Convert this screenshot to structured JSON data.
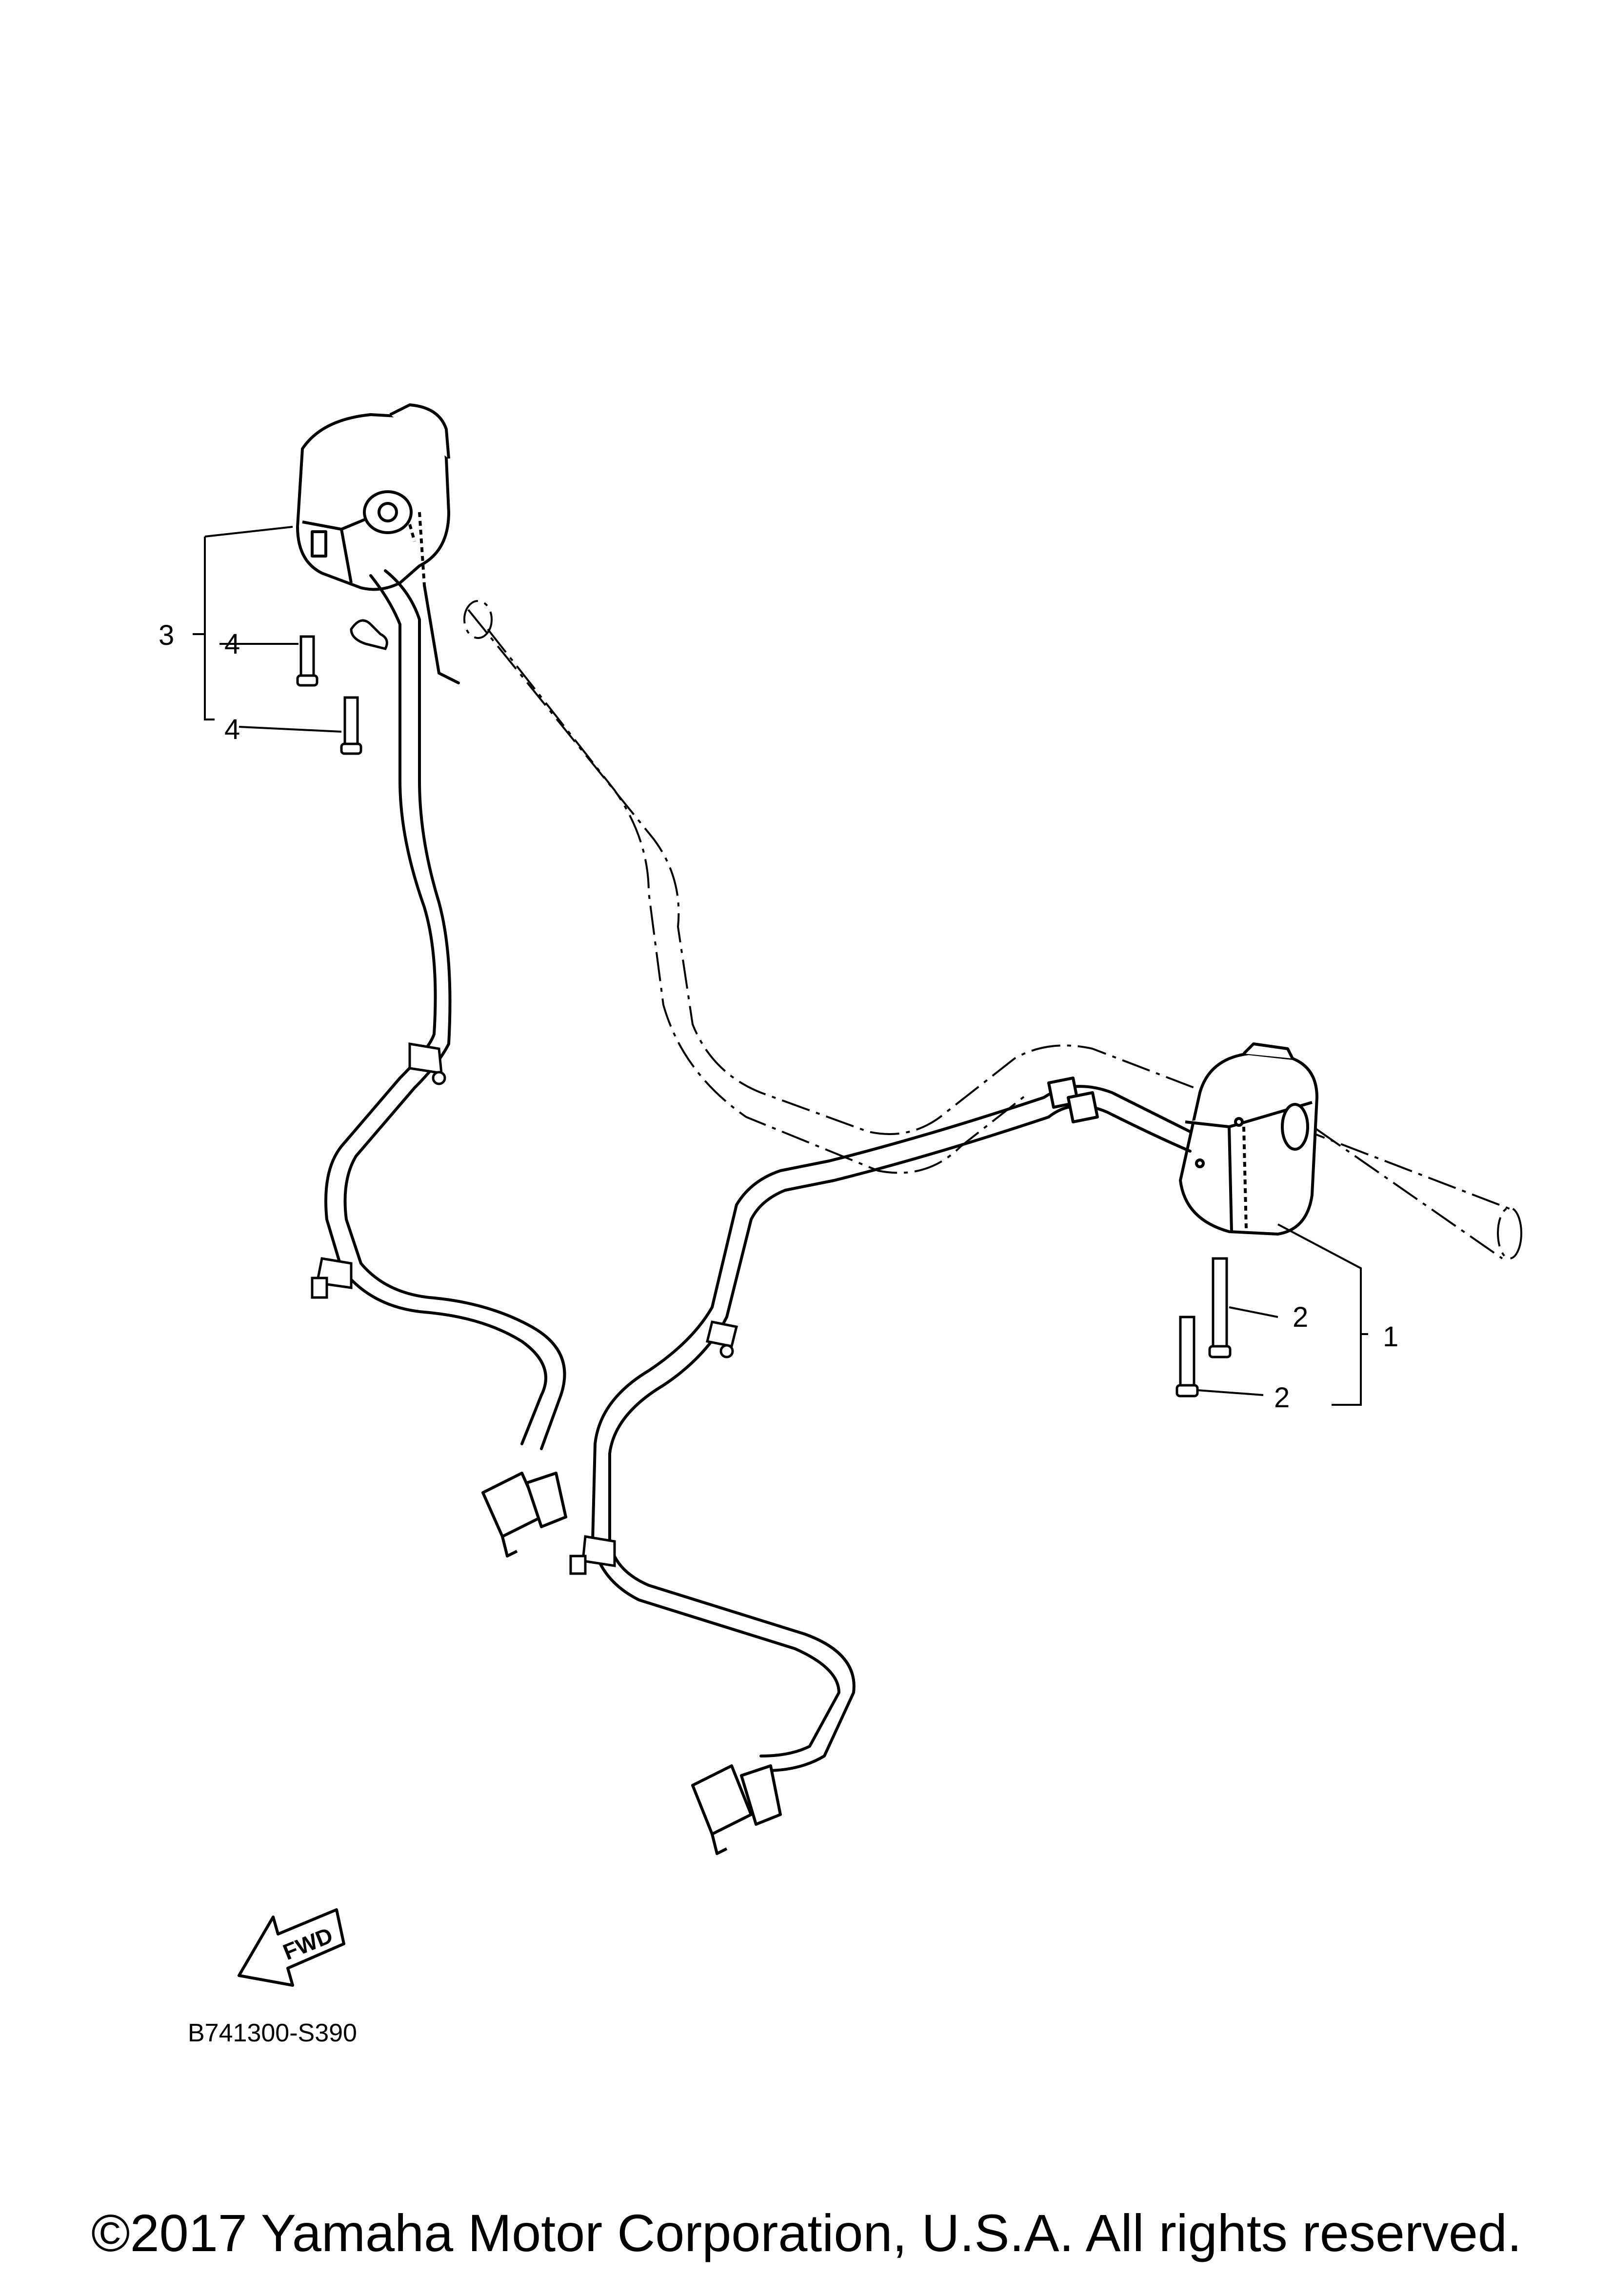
{
  "diagram": {
    "parts": [
      {
        "ref": "1",
        "label": "1"
      },
      {
        "ref": "2",
        "label": "2"
      },
      {
        "ref": "2b",
        "label": "2"
      },
      {
        "ref": "3",
        "label": "3"
      },
      {
        "ref": "4",
        "label": "4"
      },
      {
        "ref": "4b",
        "label": "4"
      }
    ],
    "fwd_label": "FWD",
    "diagram_code": "B741300-S390"
  },
  "footer": {
    "copyright": "©2017 Yamaha Motor Corporation, U.S.A. All rights reserved."
  },
  "colors": {
    "line": "#000000",
    "background": "#ffffff"
  }
}
